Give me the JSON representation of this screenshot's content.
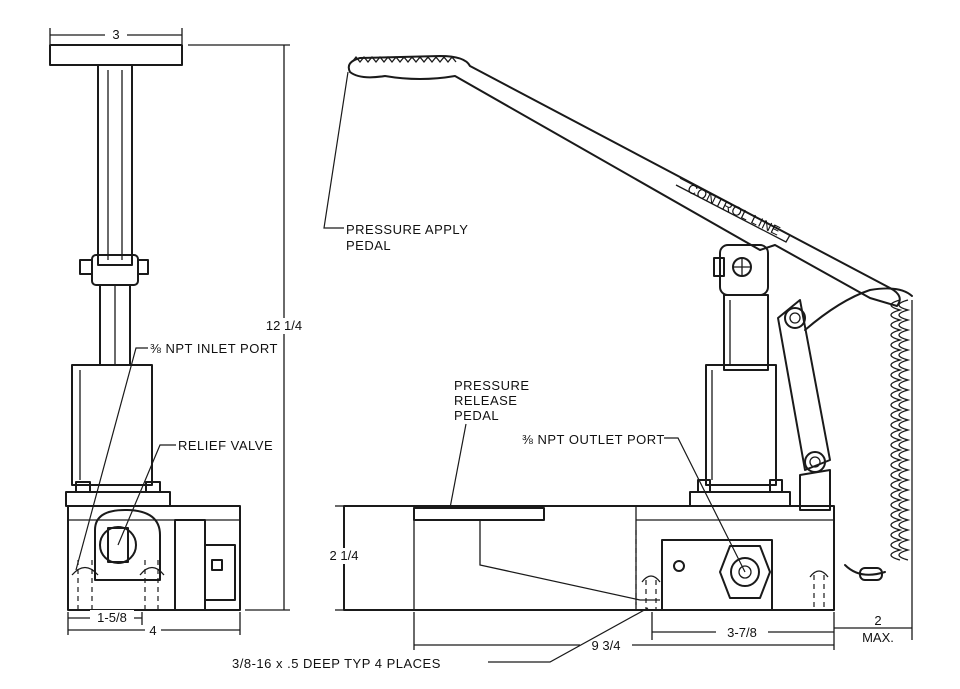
{
  "labels": {
    "control_line": "CONTROL LINE",
    "pressure_apply_1": "PRESSURE APPLY",
    "pressure_apply_2": "PEDAL",
    "pressure_release_1": "PRESSURE",
    "pressure_release_2": "RELEASE",
    "pressure_release_3": "PEDAL",
    "inlet_port": "⅜ NPT INLET PORT",
    "relief_valve": "RELIEF VALVE",
    "outlet_port": "⅜ NPT OUTLET PORT",
    "tapped_holes": "3/8-16 x .5 DEEP TYP 4 PLACES"
  },
  "dimensions": {
    "top_width": "3",
    "height_total": "12  1/4",
    "base_width_left": "1-5/8",
    "base_width_total": "4",
    "base_height": "2  1/4",
    "length": "9  3/4",
    "outlet_offset": "3-7/8",
    "max_1": "2",
    "max_2": "MAX."
  }
}
